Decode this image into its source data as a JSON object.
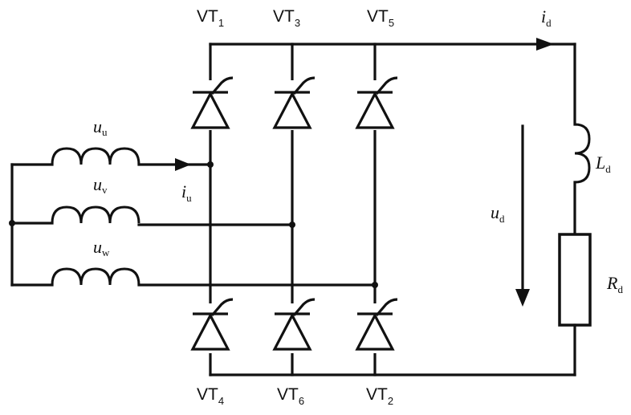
{
  "thyristors": {
    "vt1": {
      "name": "VT",
      "sub": "1"
    },
    "vt3": {
      "name": "VT",
      "sub": "3"
    },
    "vt5": {
      "name": "VT",
      "sub": "5"
    },
    "vt4": {
      "name": "VT",
      "sub": "4"
    },
    "vt6": {
      "name": "VT",
      "sub": "6"
    },
    "vt2": {
      "name": "VT",
      "sub": "2"
    }
  },
  "sources": {
    "u": {
      "name": "u",
      "sub": "u"
    },
    "v": {
      "name": "u",
      "sub": "v"
    },
    "w": {
      "name": "u",
      "sub": "w"
    }
  },
  "current_iu": {
    "name": "i",
    "sub": "u"
  },
  "current_id": {
    "name": "i",
    "sub": "d"
  },
  "voltage_ud": {
    "name": "u",
    "sub": "d"
  },
  "inductor": {
    "name": "L",
    "sub": "d"
  },
  "resistor": {
    "name": "R",
    "sub": "d"
  }
}
